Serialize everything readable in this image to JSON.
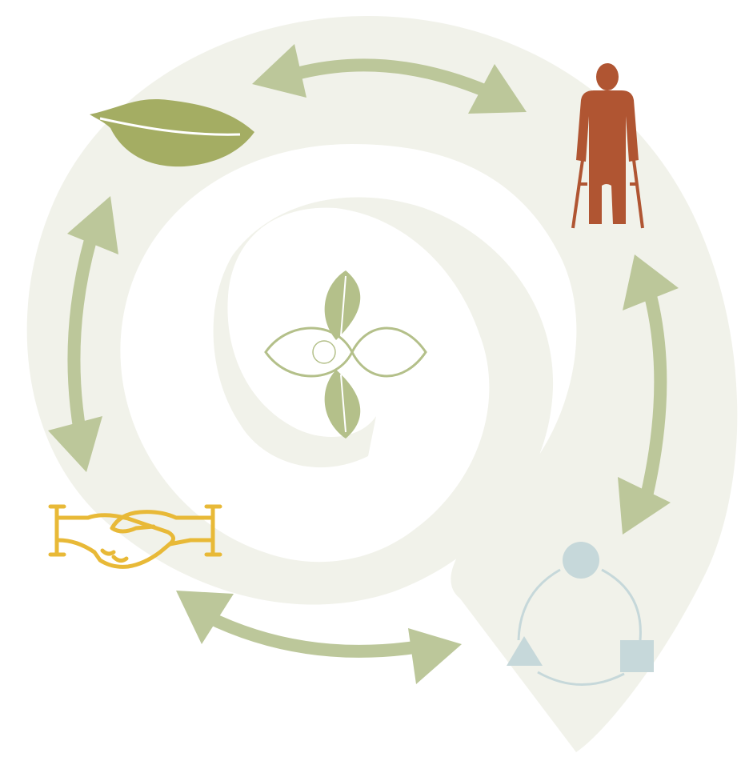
{
  "diagram": {
    "type": "cycle",
    "nodes": [
      {
        "id": "nature",
        "icon": "leaf-icon"
      },
      {
        "id": "disability",
        "icon": "person-with-crutches-icon"
      },
      {
        "id": "systems",
        "icon": "shapes-cycle-icon"
      },
      {
        "id": "partnership",
        "icon": "handshake-icon"
      }
    ],
    "center_icon": "leaf-knot-icon",
    "connectors": [
      {
        "from": "nature",
        "to": "disability",
        "style": "double-arrow"
      },
      {
        "from": "disability",
        "to": "systems",
        "style": "double-arrow"
      },
      {
        "from": "systems",
        "to": "partnership",
        "style": "double-arrow"
      },
      {
        "from": "partnership",
        "to": "nature",
        "style": "double-arrow"
      }
    ]
  },
  "colors": {
    "spiral": "#f1f2ea",
    "arrow": "#bcc79a",
    "leaf": "#a4ad63",
    "person": "#b05532",
    "handshake": "#e8b937",
    "shapes": "#c6d8da",
    "center_leaf": "#b4c08a",
    "center_outline": "#b4c08a"
  }
}
